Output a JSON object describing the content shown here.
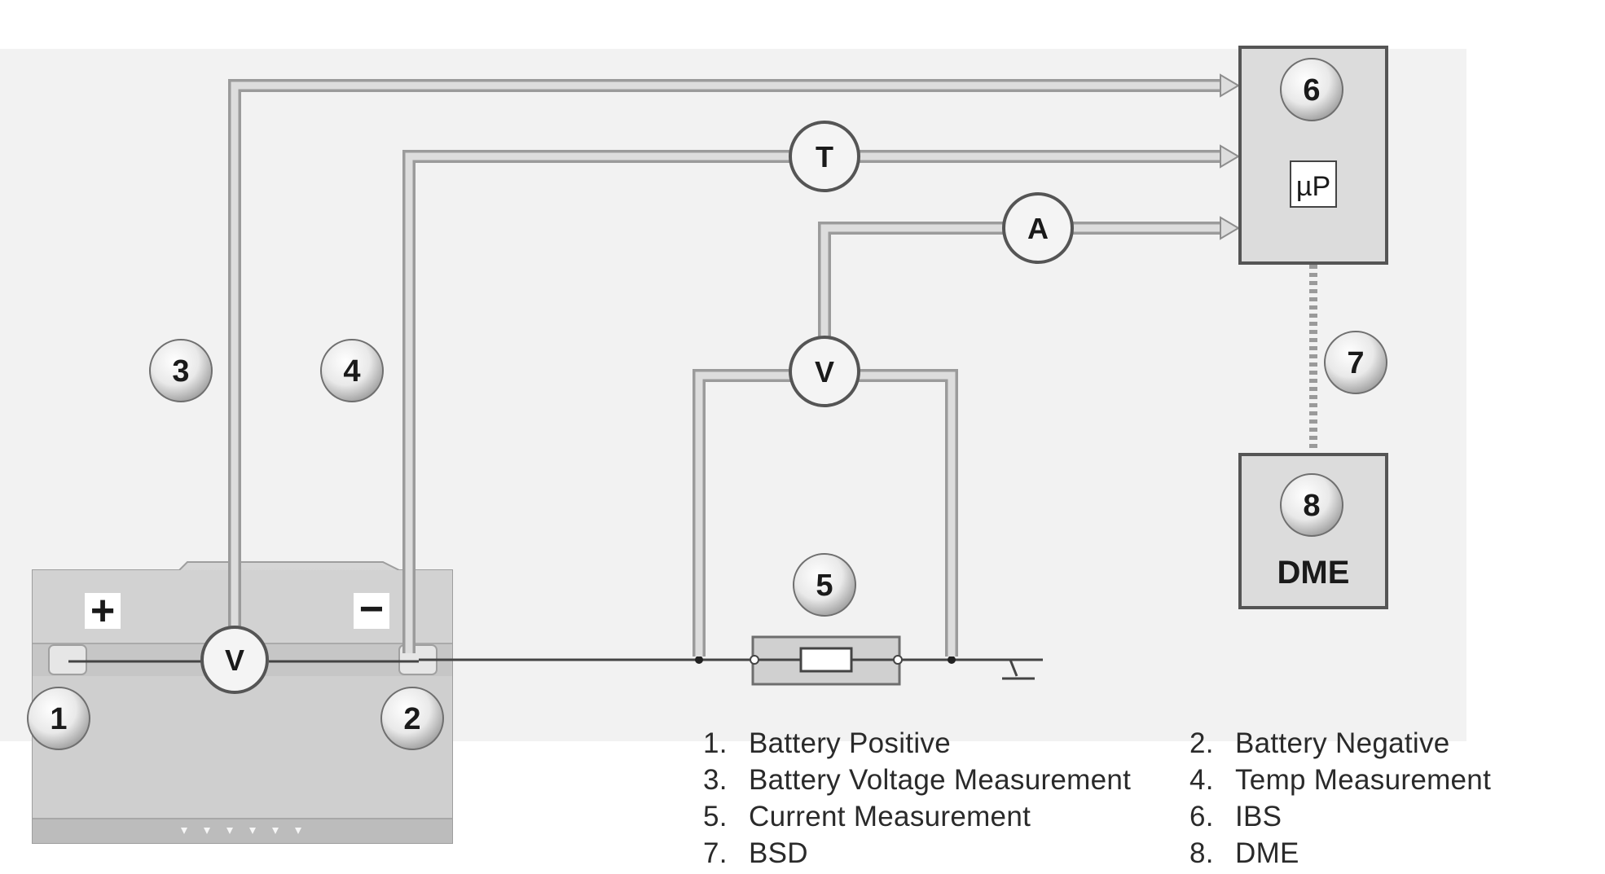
{
  "diagram": {
    "badges": {
      "b1": "1",
      "b2": "2",
      "b3": "3",
      "b4": "4",
      "b5": "5",
      "b6": "6",
      "b7": "7",
      "b8": "8"
    },
    "meters": {
      "battery_voltmeter": "V",
      "temperature": "T",
      "ammeter": "A",
      "shunt_voltmeter": "V"
    },
    "battery": {
      "positive_sign": "+",
      "negative_sign": "−"
    },
    "ibs_module": {
      "processor_label": "µP"
    },
    "dme_module": {
      "label": "DME"
    }
  },
  "legend": [
    {
      "num": "1.",
      "label": "Battery Positive"
    },
    {
      "num": "2.",
      "label": "Battery Negative"
    },
    {
      "num": "3.",
      "label": "Battery Voltage Measurement"
    },
    {
      "num": "4.",
      "label": "Temp Measurement"
    },
    {
      "num": "5.",
      "label": "Current Measurement"
    },
    {
      "num": "6.",
      "label": "IBS"
    },
    {
      "num": "7.",
      "label": "BSD"
    },
    {
      "num": "8.",
      "label": "DME"
    }
  ]
}
